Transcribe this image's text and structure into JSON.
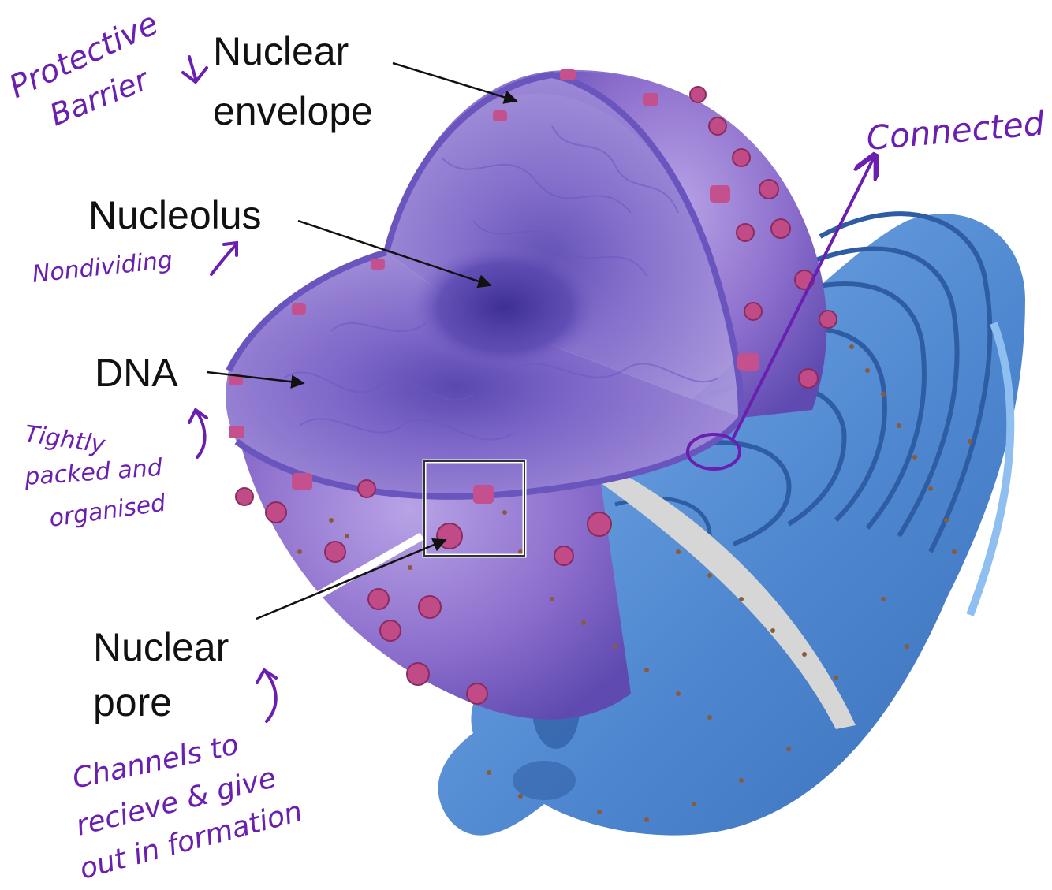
{
  "labels": {
    "nuclear_envelope_line1": "Nuclear",
    "nuclear_envelope_line2": "envelope",
    "nucleolus": "Nucleolus",
    "dna": "DNA",
    "nuclear_pore_line1": "Nuclear",
    "nuclear_pore_line2": "pore"
  },
  "annotations": {
    "protective_line1": "Protective",
    "protective_line2": "Barrier",
    "connected": "Connected",
    "nondividing": "Nondividing",
    "dna_line1": "Tightly",
    "dna_line2": "packed and",
    "dna_line3": "organised",
    "pore_line1": "Channels to",
    "pore_line2": "recieve & give",
    "pore_line3": "out in formation"
  },
  "colors": {
    "nucleus_purple": "#8a6fc9",
    "nucleus_inner": "#9d86d6",
    "er_blue": "#5b8fd6",
    "pore_pink": "#c4508e",
    "annotation_ink": "#6a1fb0",
    "label_ink": "#111111"
  }
}
